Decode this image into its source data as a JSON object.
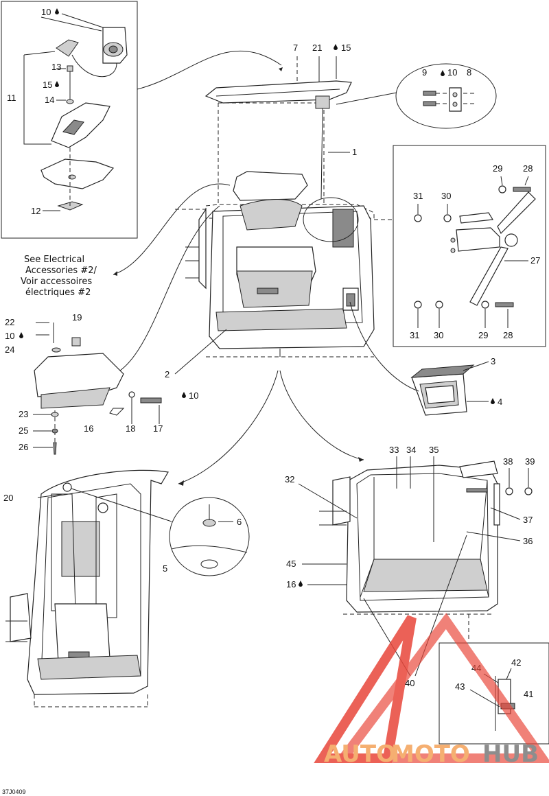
{
  "diagram": {
    "code": "37J0409",
    "note_lines": [
      "See Electrical",
      "Accessories #2/",
      "Voir accessoires",
      "électriques #2"
    ],
    "callouts": [
      "1",
      "2",
      "3",
      "4",
      "5",
      "6",
      "7",
      "8",
      "9",
      "10",
      "11",
      "12",
      "13",
      "14",
      "15",
      "16",
      "17",
      "18",
      "19",
      "20",
      "21",
      "22",
      "23",
      "24",
      "25",
      "26",
      "27",
      "28",
      "29",
      "30",
      "31",
      "32",
      "33",
      "34",
      "35",
      "36",
      "37",
      "38",
      "39",
      "40",
      "41",
      "42",
      "43",
      "44",
      "45"
    ],
    "detail_labels": {
      "top_left": [
        "10",
        "13",
        "15",
        "11",
        "14",
        "12"
      ],
      "top_center": [
        "7",
        "21",
        "15"
      ],
      "bolt_circle": [
        "9",
        "10",
        "8"
      ],
      "right_box": [
        "29",
        "28",
        "31",
        "30",
        "27",
        "31",
        "30",
        "29",
        "28"
      ],
      "left_mid": [
        "19",
        "22",
        "10",
        "24",
        "23",
        "25",
        "16",
        "18",
        "17",
        "10",
        "26"
      ],
      "center": [
        "1",
        "2",
        "3",
        "4"
      ],
      "bottom_right": [
        "33",
        "34",
        "35",
        "38",
        "39",
        "32",
        "37",
        "36",
        "45",
        "16",
        "40"
      ],
      "inset": [
        "42",
        "44",
        "43",
        "41"
      ],
      "bottom_left": [
        "20",
        "6",
        "5"
      ]
    },
    "symbol": "drop-icon"
  },
  "watermark": {
    "auto": "AUTO",
    "moto": "MOTO",
    "hub": "HUB",
    "colors": {
      "auto": "#f4a259",
      "moto": "#f4a259",
      "hub": "#7a7a7a",
      "triangle": "#e8463a"
    }
  }
}
